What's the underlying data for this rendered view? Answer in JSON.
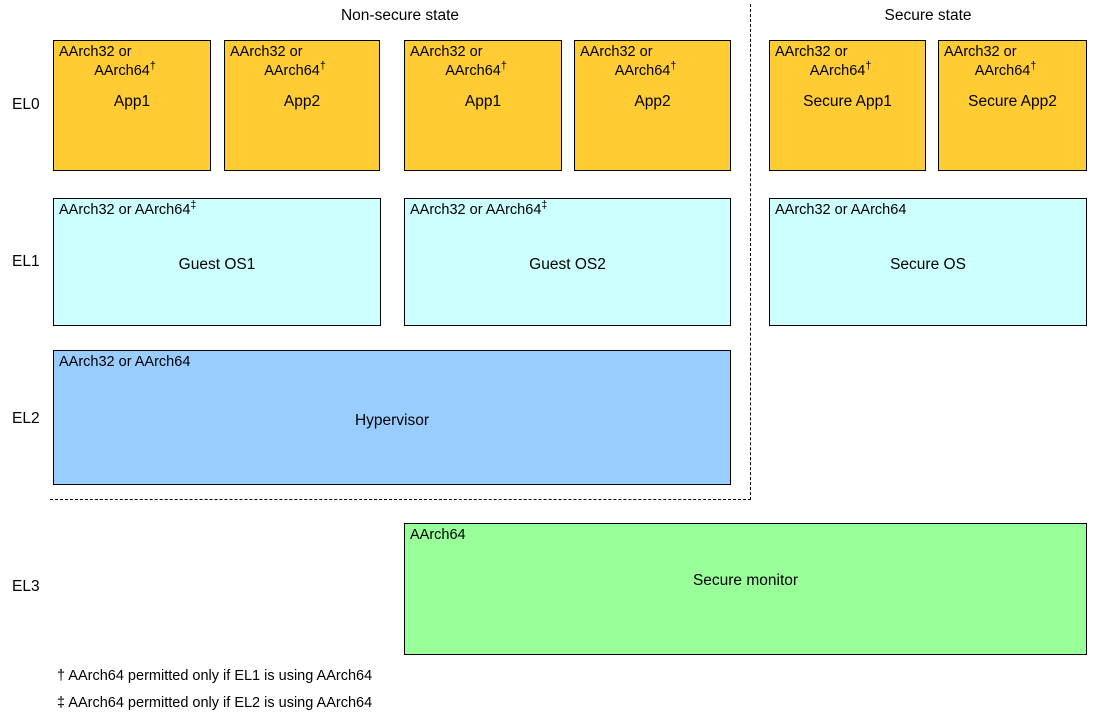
{
  "headings": {
    "nonsecure": "Non-secure state",
    "secure": "Secure state"
  },
  "exception_levels": [
    {
      "label": "EL0"
    },
    {
      "label": "EL1"
    },
    {
      "label": "EL2"
    },
    {
      "label": "EL3"
    }
  ],
  "blocks": {
    "el0": [
      {
        "arch_line1": "AArch32 or",
        "arch_line2": "AArch64",
        "arch_marker": "†",
        "name": "App1",
        "world": "non-secure"
      },
      {
        "arch_line1": "AArch32 or",
        "arch_line2": "AArch64",
        "arch_marker": "†",
        "name": "App2",
        "world": "non-secure"
      },
      {
        "arch_line1": "AArch32 or",
        "arch_line2": "AArch64",
        "arch_marker": "†",
        "name": "App1",
        "world": "non-secure"
      },
      {
        "arch_line1": "AArch32 or",
        "arch_line2": "AArch64",
        "arch_marker": "†",
        "name": "App2",
        "world": "non-secure"
      },
      {
        "arch_line1": "AArch32 or",
        "arch_line2": "AArch64",
        "arch_marker": "†",
        "name": "Secure App1",
        "world": "secure"
      },
      {
        "arch_line1": "AArch32 or",
        "arch_line2": "AArch64",
        "arch_marker": "†",
        "name": "Secure App2",
        "world": "secure"
      }
    ],
    "el1": [
      {
        "arch": "AArch32 or AArch64",
        "arch_marker": "‡",
        "name": "Guest OS1",
        "world": "non-secure"
      },
      {
        "arch": "AArch32 or AArch64",
        "arch_marker": "‡",
        "name": "Guest OS2",
        "world": "non-secure"
      },
      {
        "arch": "AArch32 or AArch64",
        "arch_marker": "",
        "name": "Secure OS",
        "world": "secure"
      }
    ],
    "el2": [
      {
        "arch": "AArch32 or AArch64",
        "arch_marker": "",
        "name": "Hypervisor",
        "world": "non-secure"
      }
    ],
    "el3": [
      {
        "arch": "AArch64",
        "arch_marker": "",
        "name": "Secure monitor",
        "world": "both"
      }
    ]
  },
  "footnotes": [
    "† AArch64 permitted only if EL1 is using AArch64",
    "‡ AArch64 permitted only if EL2 is using AArch64"
  ],
  "colors": {
    "el0_fill": "#ffcc33",
    "el1_fill": "#ccffff",
    "el2_fill": "#99ccff",
    "el3_fill": "#99ff99",
    "border": "#000000",
    "background": "#ffffff"
  }
}
